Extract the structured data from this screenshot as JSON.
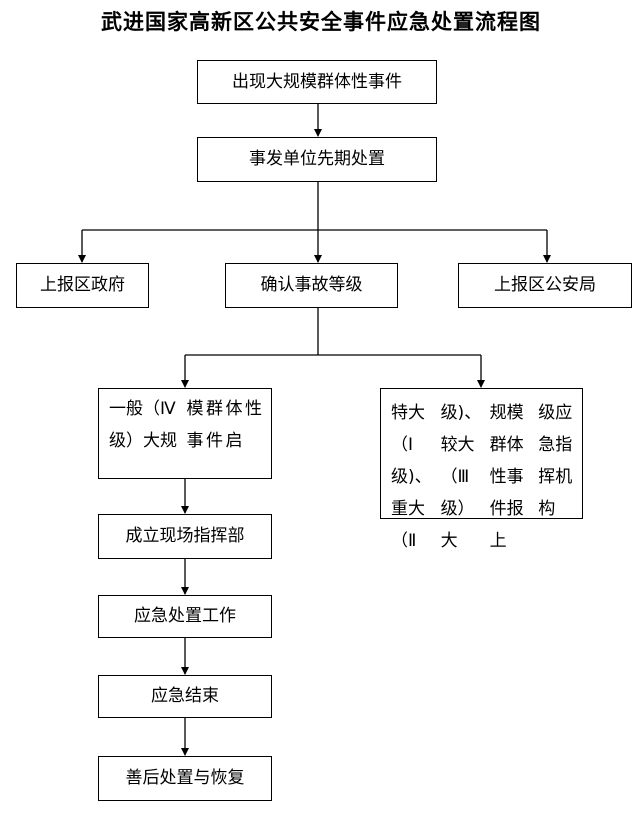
{
  "title": "武进国家高新区公共安全事件应急处置流程图",
  "nodes": {
    "start": "出现大规模群体性事件",
    "initial": "事发单位先期处置",
    "report_gov": "上报区政府",
    "confirm": "确认事故等级",
    "report_police": "上报区公安局",
    "general_line1": "一般（Ⅳ级）大规",
    "general_line2": "模群体性事件启",
    "major_line1": "特大（Ⅰ级)、重大（Ⅱ",
    "major_line2": "级)、较大（Ⅲ级）大",
    "major_line3": "规模群体性事件报上",
    "major_line4": "级应急指挥机构",
    "command": "成立现场指挥部",
    "response": "应急处置工作",
    "end": "应急结束",
    "recovery": "善后处置与恢复"
  }
}
